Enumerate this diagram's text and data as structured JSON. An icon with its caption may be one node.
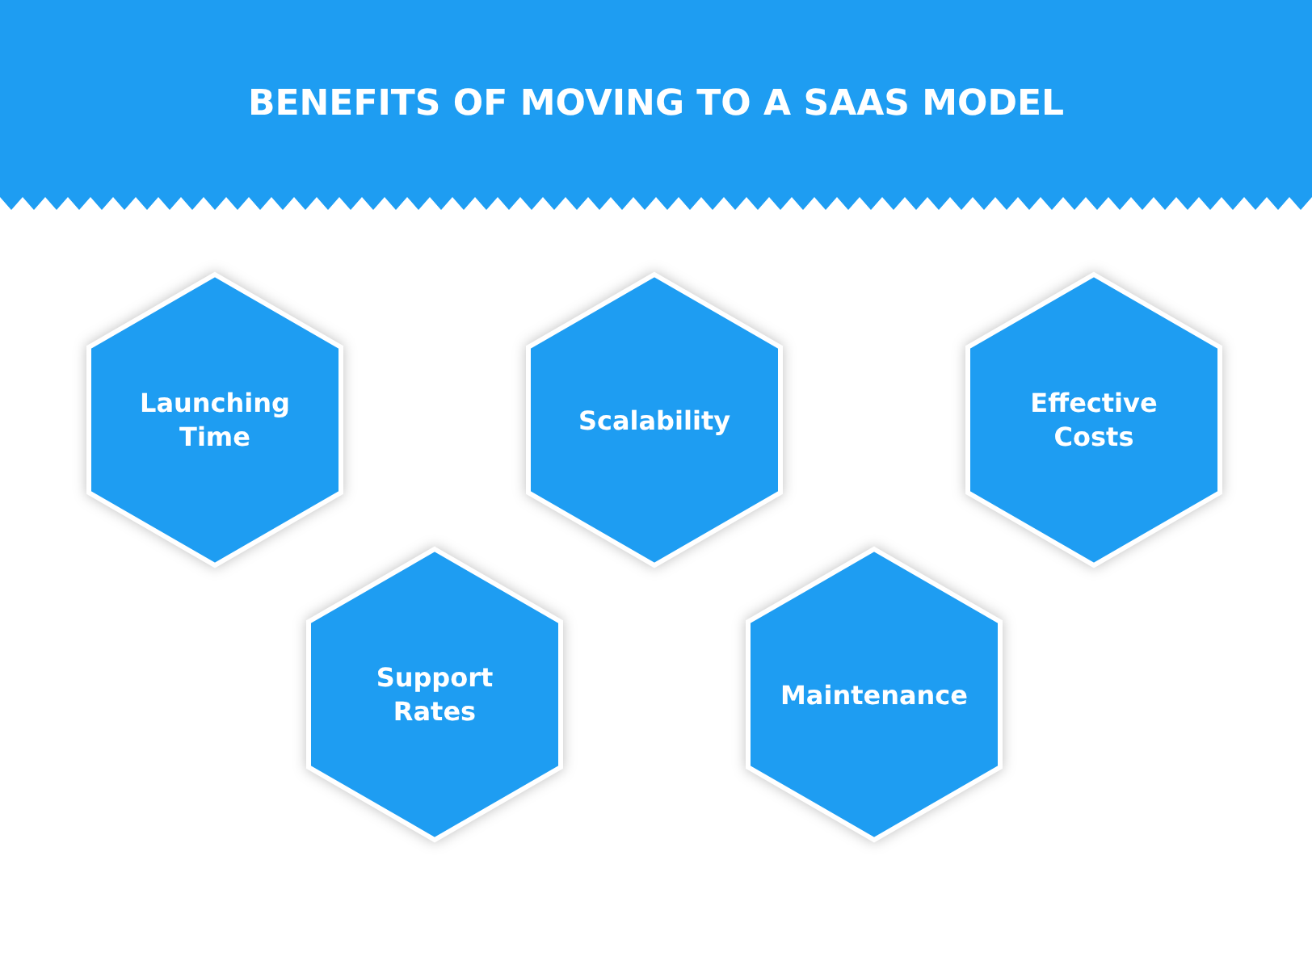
{
  "diagram": {
    "title": "BENEFITS OF MOVING TO A SAAS MODEL",
    "nodes": [
      {
        "text": [
          "Launching Time"
        ]
      },
      {
        "text": [
          "Scalability"
        ]
      },
      {
        "text": [
          "Effective Costs"
        ]
      },
      {
        "text": [
          "Support Rates"
        ]
      },
      {
        "text": [
          "Maintenance"
        ]
      }
    ]
  }
}
